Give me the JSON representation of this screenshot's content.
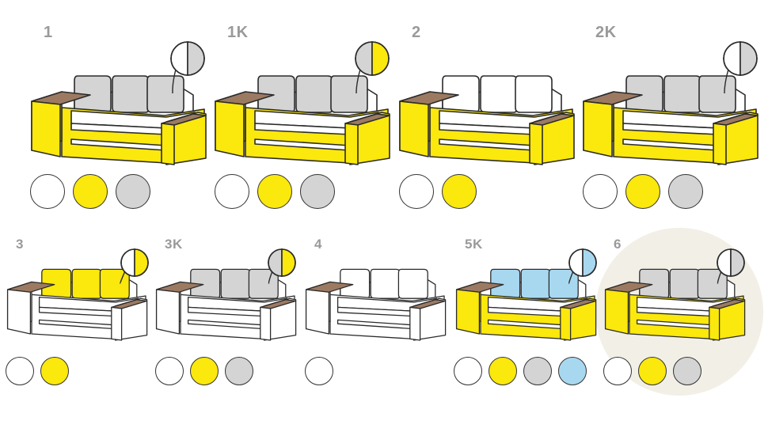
{
  "colors": {
    "white": "#ffffff",
    "yellow": "#fbe80c",
    "grey": "#d4d4d4",
    "blue": "#a8d8f0",
    "wood": "#9c7a62",
    "outline": "#2b2b2b",
    "label": "#9a9a9a",
    "highlight": "#f2efe6"
  },
  "variants": [
    {
      "label": "1",
      "body": "yellow",
      "cushions": "grey",
      "icon": [
        "white",
        "grey"
      ],
      "swatches": [
        "white",
        "yellow",
        "grey"
      ]
    },
    {
      "label": "1K",
      "body": "yellow",
      "cushions": "grey",
      "icon": [
        "grey",
        "yellow"
      ],
      "swatches": [
        "white",
        "yellow",
        "grey"
      ]
    },
    {
      "label": "2",
      "body": "yellow",
      "cushions": "white",
      "icon": null,
      "swatches": [
        "white",
        "yellow"
      ]
    },
    {
      "label": "2K",
      "body": "yellow",
      "cushions": "grey",
      "icon": [
        "white",
        "grey"
      ],
      "swatches": [
        "white",
        "yellow",
        "grey"
      ]
    },
    {
      "label": "3",
      "body": "white",
      "cushions": "yellow",
      "icon": [
        "white",
        "yellow"
      ],
      "swatches": [
        "white",
        "yellow"
      ]
    },
    {
      "label": "3K",
      "body": "white",
      "cushions": "grey",
      "icon": [
        "grey",
        "yellow"
      ],
      "swatches": [
        "white",
        "yellow",
        "grey"
      ]
    },
    {
      "label": "4",
      "body": "white",
      "cushions": "white",
      "icon": null,
      "swatches": [
        "white"
      ]
    },
    {
      "label": "5K",
      "body": "yellow",
      "cushions": "blue",
      "icon": [
        "white",
        "blue"
      ],
      "swatches": [
        "white",
        "yellow",
        "grey",
        "blue"
      ]
    },
    {
      "label": "6",
      "body": "yellow",
      "cushions": "grey",
      "icon": [
        "white",
        "grey"
      ],
      "swatches": [
        "white",
        "yellow",
        "grey"
      ]
    }
  ]
}
